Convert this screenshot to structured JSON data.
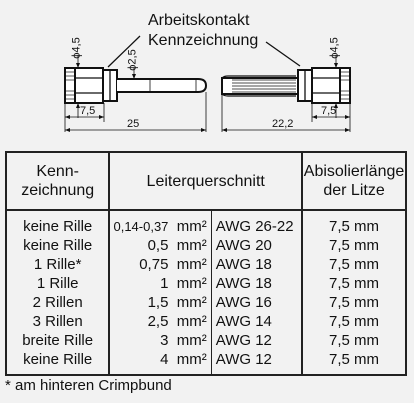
{
  "drawing": {
    "caption_line1": "Arbeitskontakt",
    "caption_line2": "Kennzeichnung",
    "dims": {
      "d45_left": "ϕ4,5",
      "d25": "ϕ2,5",
      "d45_right": "ϕ4,5",
      "len75_left": "7,5",
      "len25": "25",
      "len222": "22,2",
      "len75_right": "7,5"
    }
  },
  "table": {
    "headers": {
      "col1": "Kenn-\nzeichnung",
      "col2": "Leiterquerschnitt",
      "col4": "Abisolierlänge\nder Litze"
    },
    "rows": [
      {
        "mark": "keine Rille",
        "mm2": "0,14-0,37",
        "unit": "mm²",
        "awg": "AWG 26-22",
        "strip": "7,5 mm",
        "small": true
      },
      {
        "mark": "keine Rille",
        "mm2": "0,5",
        "unit": "mm²",
        "awg": "AWG 20",
        "strip": "7,5 mm"
      },
      {
        "mark": "1 Rille*",
        "mm2": "0,75",
        "unit": "mm²",
        "awg": "AWG 18",
        "strip": "7,5 mm"
      },
      {
        "mark": "1 Rille",
        "mm2": "1",
        "unit": "mm²",
        "awg": "AWG 18",
        "strip": "7,5 mm"
      },
      {
        "mark": "2 Rillen",
        "mm2": "1,5",
        "unit": "mm²",
        "awg": "AWG 16",
        "strip": "7,5 mm"
      },
      {
        "mark": "3 Rillen",
        "mm2": "2,5",
        "unit": "mm²",
        "awg": "AWG 14",
        "strip": "7,5 mm"
      },
      {
        "mark": "breite Rille",
        "mm2": "3",
        "unit": "mm²",
        "awg": "AWG 12",
        "strip": "7,5 mm"
      },
      {
        "mark": "keine Rille",
        "mm2": "4",
        "unit": "mm²",
        "awg": "AWG 12",
        "strip": "7,5 mm"
      }
    ]
  },
  "footnote": "* am hinteren Crimpbund"
}
